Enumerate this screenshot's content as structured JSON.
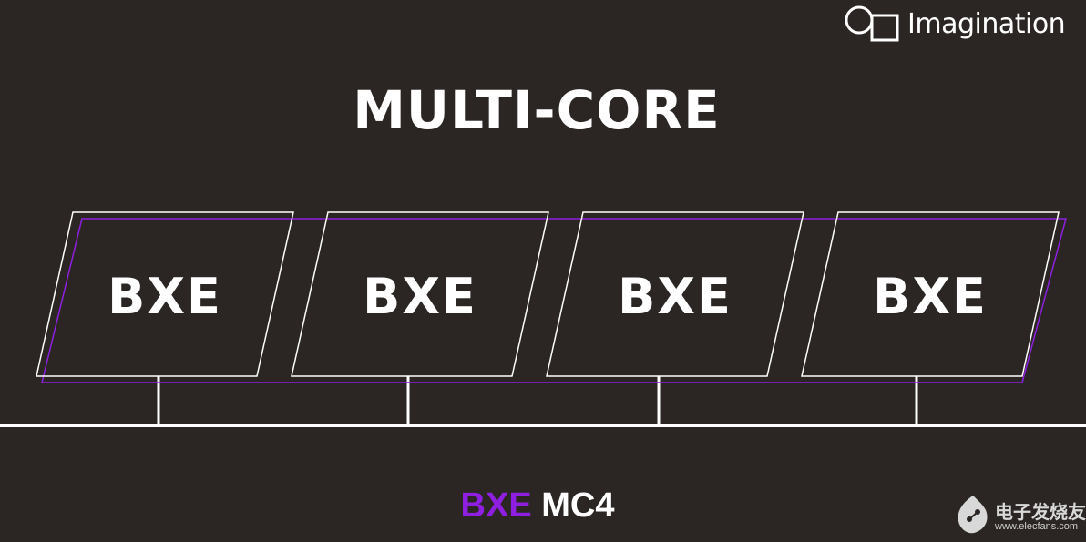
{
  "brand": {
    "logo_text": "Imagination"
  },
  "title": "MULTI-CORE",
  "cores": [
    {
      "label": "BXE"
    },
    {
      "label": "BXE"
    },
    {
      "label": "BXE"
    },
    {
      "label": "BXE"
    }
  ],
  "product": {
    "accent": "BXE",
    "suffix": " MC4"
  },
  "watermark": {
    "cn": "电子发烧友",
    "url": "www.elecfans.com"
  },
  "colors": {
    "background": "#2b2623",
    "accent": "#8f1fe0",
    "outline": "#ffffff"
  }
}
